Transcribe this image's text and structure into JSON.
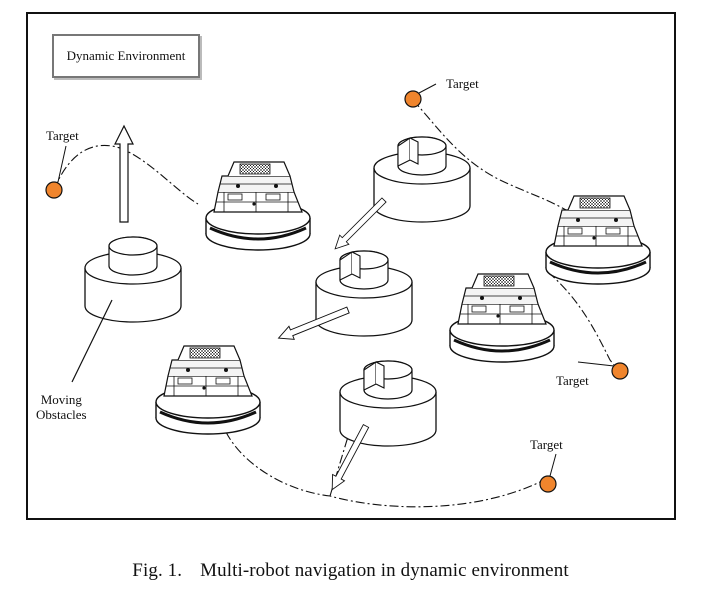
{
  "figure": {
    "box_label": "Dynamic Environment",
    "obstacles_label": "Moving Obstacles",
    "obstacles_label_lines": [
      "Moving",
      "Obstacles"
    ],
    "target_label": "Target",
    "targets": [
      "Target",
      "Target",
      "Target",
      "Target"
    ],
    "colors": {
      "target": "#f0852d",
      "line": "#111111",
      "frame": "#111111"
    },
    "icons": [
      "robot-icon",
      "moving-obstacle-icon",
      "target-marker-icon",
      "motion-arrow-icon",
      "dash-dot-trajectory"
    ]
  },
  "caption": {
    "number": "Fig. 1.",
    "text": "Multi-robot navigation in dynamic environment"
  }
}
